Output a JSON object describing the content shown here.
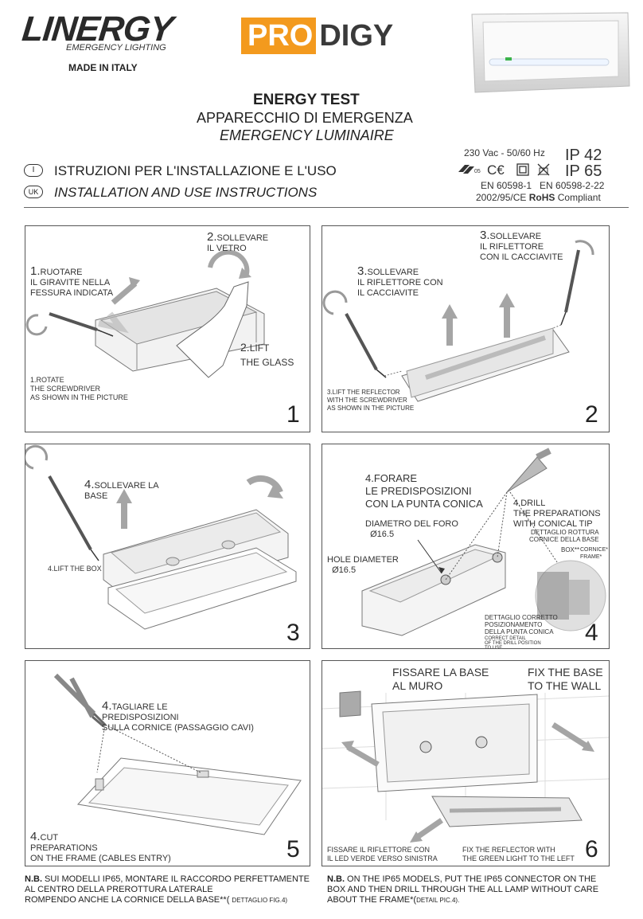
{
  "brand": {
    "linergy": "LINERGY",
    "tagline": "EMERGENCY LIGHTING",
    "made_in": "MADE IN ITALY",
    "pro": "PRO",
    "digy": "DIGY"
  },
  "title": {
    "main": "ENERGY TEST",
    "it": "APPARECCHIO DI EMERGENZA",
    "en": "EMERGENCY LUMINAIRE"
  },
  "specs": {
    "voltage": "230 Vac - 50/60 Hz",
    "ip42": "IP 42",
    "ip65": "IP 65",
    "norms": "EN 60598-1   EN 60598-2-22",
    "directive": "2002/95/CE",
    "rohs": "RoHS",
    "compliant": "Compliant"
  },
  "instructions": {
    "it_code": "I",
    "it_text": "ISTRUZIONI PER L'INSTALLAZIONE E L'USO",
    "uk_code": "UK",
    "uk_text": "INSTALLATION AND USE INSTRUCTIONS"
  },
  "panels": {
    "p1": {
      "num": "1",
      "s1_num": "1.",
      "s1_it": "RUOTARE\nIL GIRAVITE NELLA\nFESSURA INDICATA",
      "s2_num": "2.",
      "s2_it": "SOLLEVARE\nIL VETRO",
      "s2_en_num": "2.",
      "s2_en": "LIFT\nTHE GLASS",
      "s1_en": "1.ROTATE\nTHE SCREWDRIVER\nAS SHOWN IN THE PICTURE"
    },
    "p2": {
      "num": "2",
      "a_num": "3.",
      "a_it": "SOLLEVARE\nIL RIFLETTORE CON\nIL CACCIAVITE",
      "b_num": "3.",
      "b_it": "SOLLEVARE\nIL RIFLETTORE\nCON IL CACCIAVITE",
      "en": "3.LIFT THE REFLECTOR\nWITH THE SCREWDRIVER\nAS SHOWN IN THE PICTURE"
    },
    "p3": {
      "num": "3",
      "it_num": "4.",
      "it": "SOLLEVARE LA\nBASE",
      "en": "4.LIFT THE BOX"
    },
    "p4": {
      "num": "4",
      "it_num": "4.",
      "it": "FORARE\nLE PREDISPOSIZIONI\nCON LA PUNTA CONICA",
      "en_num": "4.",
      "en": "DRILL\nTHE PREPARATIONS\nWITH CONICAL TIP",
      "diam_it": "DIAMETRO DEL FORO\n  Ø16.5",
      "diam_en": "HOLE DIAMETER\n  Ø16.5",
      "det_it": "DETTAGLIO ROTTURA\nCORNICE DELLA BASE",
      "box": "BOX**",
      "frame": "CORNICE*\nFRAME*",
      "correct_it": "DETTAGLIO CORRETTO\nPOSIZIONAMENTO\nDELLA PUNTA CONICA",
      "correct_en": "CORRECT DETAIL\nOF THE DRILL POSITION\nTO USE"
    },
    "p5": {
      "num": "5",
      "it_num": "4.",
      "it": "TAGLIARE LE\nPREDISPOSIZIONI\nSULLA CORNICE (PASSAGGIO CAVI)",
      "en_num": "4.",
      "en": "CUT\nPREPARATIONS\nON THE FRAME (CABLES ENTRY)"
    },
    "p6": {
      "num": "6",
      "fix_it": "FISSARE LA BASE\nAL MURO",
      "fix_en": "FIX THE BASE\nTO THE WALL",
      "refl_it": "FISSARE IL RIFLETTORE CON\nIL LED VERDE VERSO SINISTRA",
      "refl_en": "FIX THE REFLECTOR WITH\nTHE GREEN LIGHT TO THE LEFT"
    }
  },
  "notes": {
    "it_nb": "N.B.",
    "it": " SUI MODELLI IP65, MONTARE IL RACCORDO PERFETTAMENTE\nAL CENTRO DELLA PREROTTURA LATERALE\nROMPENDO ANCHE LA CORNICE DELLA BASE**( ",
    "it_small": "DETTAGLIO FIG.4)",
    "en_nb": "N.B.",
    "en": " ON THE IP65 MODELS, PUT THE IP65 CONNECTOR ON THE\nBOX AND THEN DRILL THROUGH THE ALL LAMP WITHOUT CARE\nABOUT THE FRAME*(",
    "en_small": "DETAIL PIC.4)."
  },
  "colors": {
    "brand_orange": "#f39a1e",
    "arrow_gray": "#a5a5a5"
  }
}
